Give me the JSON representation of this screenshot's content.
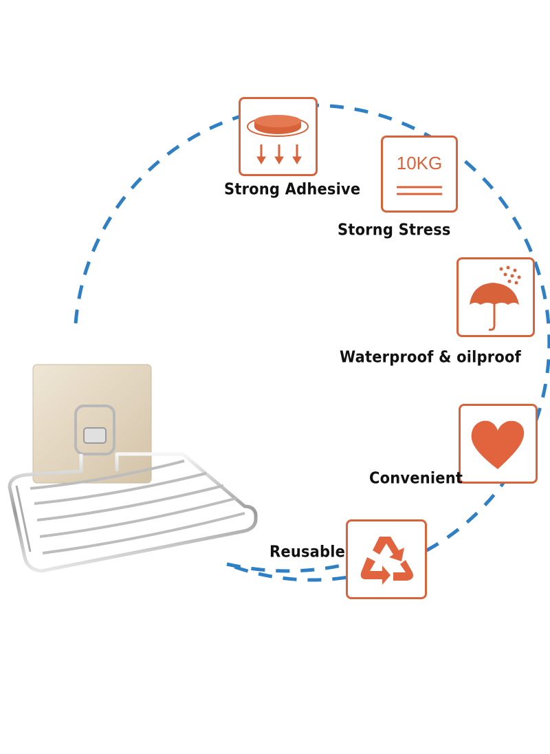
{
  "accent_color": "#d8633a",
  "circle_color": "#2f7fc4",
  "features": {
    "adhesive": {
      "label": "Strong Adhesive",
      "icon": "adhesive-pad-icon"
    },
    "stress": {
      "label": "Storng Stress",
      "weight_text": "10KG",
      "icon": "weight-icon"
    },
    "water": {
      "label": "Waterproof & oilproof",
      "icon": "umbrella-rain-icon"
    },
    "convenient": {
      "label": "Convenient",
      "icon": "heart-icon"
    },
    "reusable": {
      "label": "Reusable",
      "icon": "recycle-icon"
    }
  },
  "product": {
    "name_icon": "soap-dish-holder"
  }
}
